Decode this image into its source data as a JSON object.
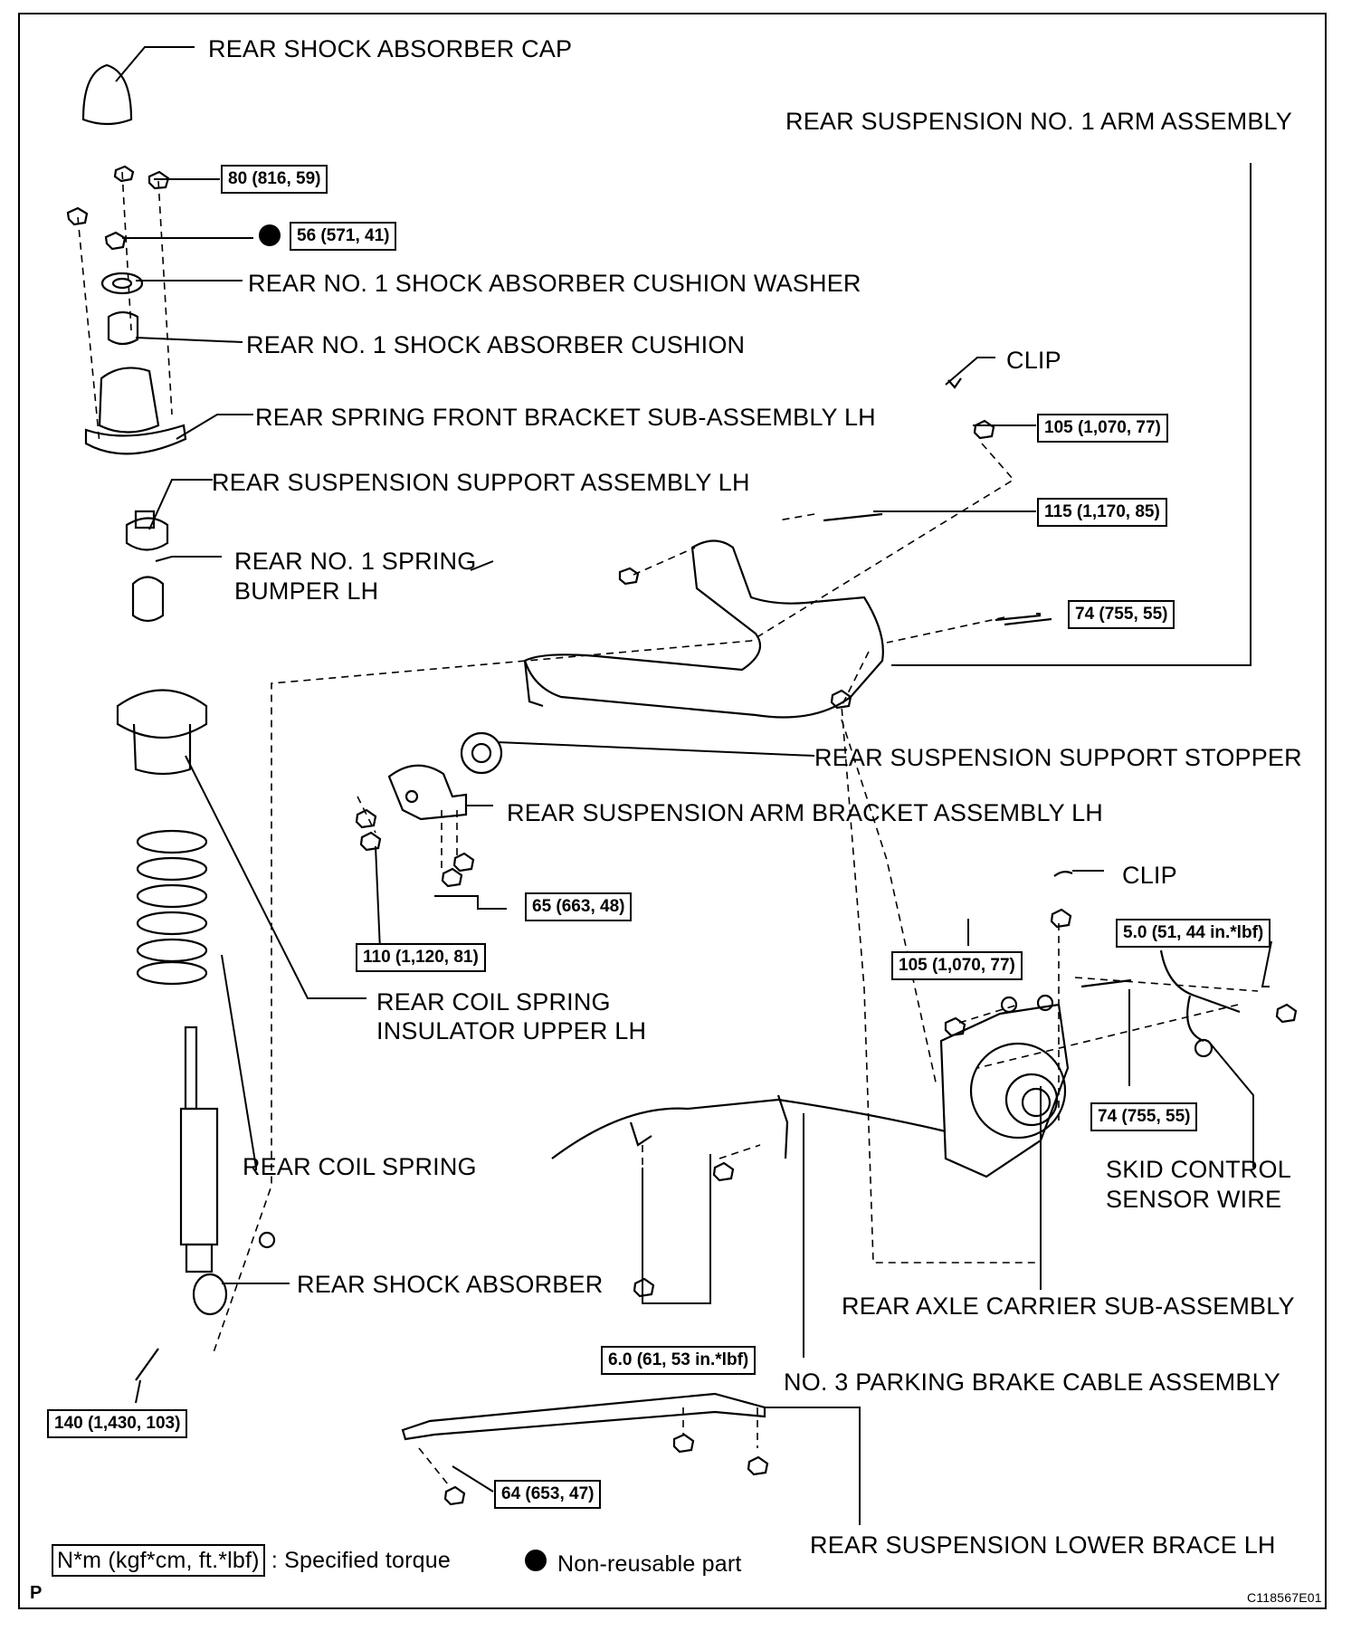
{
  "labels": {
    "cap": "REAR SHOCK ABSORBER CAP",
    "arm1": "REAR SUSPENSION NO. 1 ARM ASSEMBLY",
    "cushion_washer": "REAR NO. 1 SHOCK ABSORBER CUSHION WASHER",
    "cushion": "REAR NO. 1 SHOCK ABSORBER CUSHION",
    "clip_top": "CLIP",
    "front_bracket": "REAR SPRING FRONT BRACKET SUB-ASSEMBLY LH",
    "support_assy": "REAR SUSPENSION SUPPORT ASSEMBLY LH",
    "bumper_l1": "REAR NO. 1 SPRING",
    "bumper_l2": "BUMPER LH",
    "support_stopper": "REAR SUSPENSION SUPPORT STOPPER",
    "arm_bracket": "REAR SUSPENSION ARM BRACKET ASSEMBLY LH",
    "clip_mid": "CLIP",
    "insulator_l1": "REAR COIL SPRING",
    "insulator_l2": "INSULATOR UPPER LH",
    "coil_spring": "REAR COIL SPRING",
    "skid_l1": "SKID CONTROL",
    "skid_l2": "SENSOR WIRE",
    "shock": "REAR SHOCK ABSORBER",
    "axle_carrier": "REAR AXLE CARRIER SUB-ASSEMBLY",
    "parking_cable": "NO. 3 PARKING BRAKE CABLE ASSEMBLY",
    "lower_brace": "REAR SUSPENSION LOWER BRACE LH"
  },
  "torques": {
    "t80": "80 (816, 59)",
    "t56": "56 (571, 41)",
    "t105a": "105 (1,070, 77)",
    "t115": "115 (1,170, 85)",
    "t74a": "74 (755, 55)",
    "t65": "65 (663, 48)",
    "t110": "110 (1,120, 81)",
    "t105b": "105 (1,070, 77)",
    "t50": "5.0 (51, 44 in.*lbf)",
    "t74b": "74 (755, 55)",
    "t60": "6.0 (61, 53 in.*lbf)",
    "t140": "140 (1,430, 103)",
    "t64": "64 (653, 47)"
  },
  "legend": {
    "torque_box": "N*m (kgf*cm, ft.*lbf)",
    "torque_text": ": Specified torque",
    "nonreusable": "Non-reusable part"
  },
  "corner_left": "P",
  "figure_id": "C118567E01"
}
